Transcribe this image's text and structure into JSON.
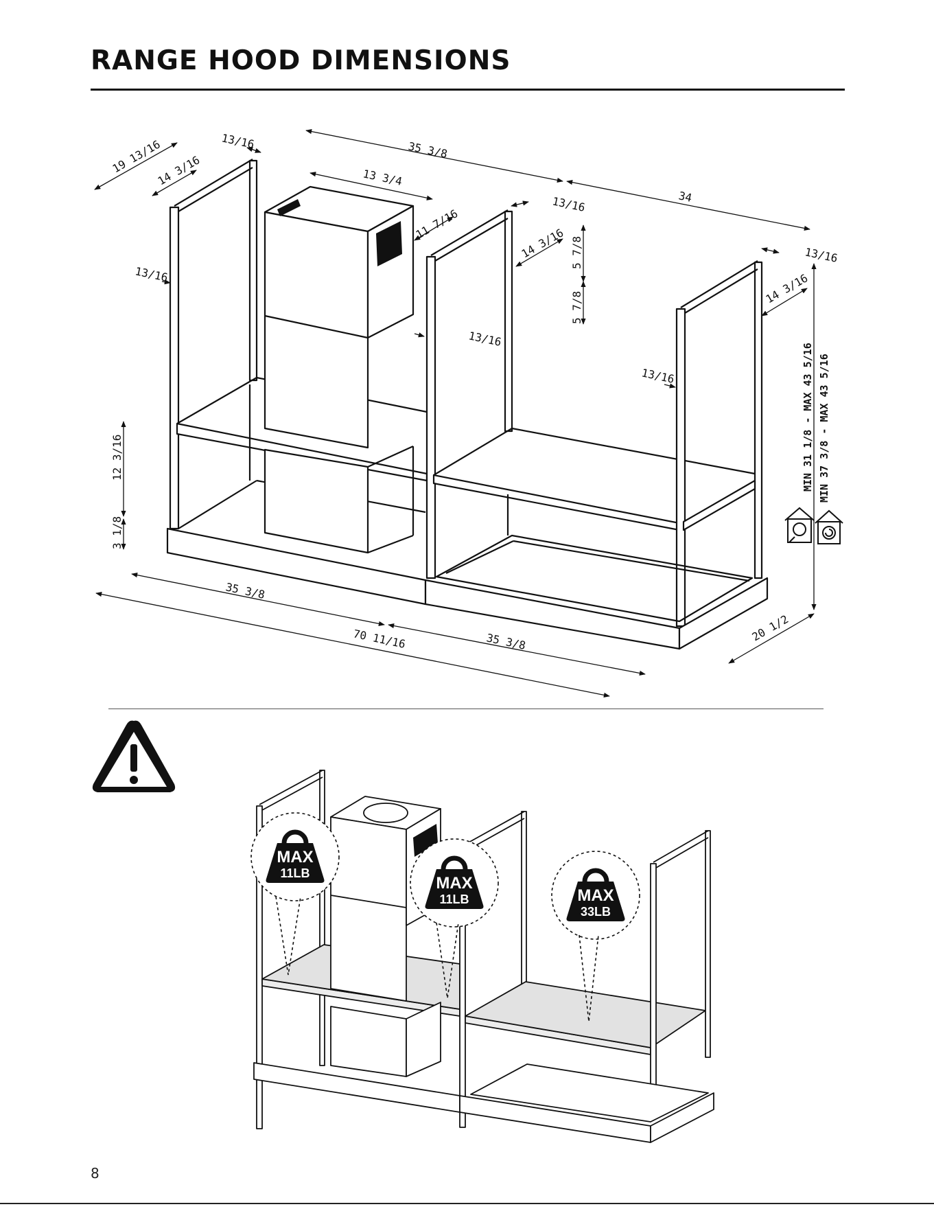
{
  "page": {
    "title": "RANGE HOOD DIMENSIONS",
    "page_number": "8"
  },
  "dimensions": {
    "side_depth_total": "19 13/16",
    "side_depth_inner": "14 3/16",
    "top_gap_left": "13/16",
    "top_width_left": "35 3/8",
    "chimney_width": "13 3/4",
    "chimney_depth": "11 7/16",
    "top_gap_middle": "13/16",
    "top_width_right": "34",
    "inner_depth_middle": "14 3/16",
    "vert_upper": "5 7/8",
    "vert_lower": "5 7/8",
    "top_gap_right": "13/16",
    "inner_depth_right": "14 3/16",
    "post_gap_left": "13/16",
    "post_gap_middle": "13/16",
    "post_gap_right": "13/16",
    "height_flat": "MIN 31 1/8 - MAX 43 5/16",
    "height_sloped": "MIN 37 3/8 - MAX 43 5/16",
    "shelf_height": "12 3/16",
    "base_height": "3 1/8",
    "bottom_width_left": "35 3/8",
    "bottom_width_right": "35 3/8",
    "total_width": "70 11/16",
    "base_depth": "20 1/2"
  },
  "weight_limits": {
    "left": {
      "max": "MAX",
      "weight": "11LB"
    },
    "center": {
      "max": "MAX",
      "weight": "11LB"
    },
    "right": {
      "max": "MAX",
      "weight": "33LB"
    }
  },
  "icons": {
    "warning": "warning-triangle-icon",
    "ceiling_flat": "ceiling-flat-icon",
    "ceiling_sloped": "ceiling-sloped-icon"
  },
  "colors": {
    "line": "#111111",
    "shelf_fill": "#e6e6e6",
    "weight_fill": "#111111"
  }
}
